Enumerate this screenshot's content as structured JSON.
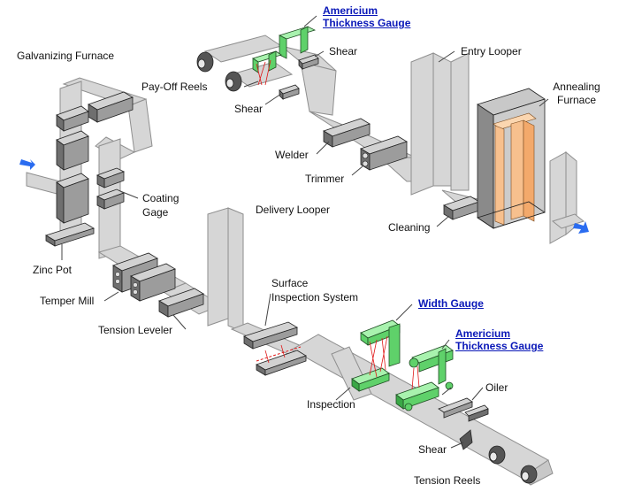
{
  "labels": {
    "galvanizing_furnace": "Galvanizing Furnace",
    "payoff_reels": "Pay-Off Reels",
    "shear_top": "Shear",
    "shear_mid": "Shear",
    "welder": "Welder",
    "trimmer": "Trimmer",
    "entry_looper": "Entry Looper",
    "annealing_1": "Annealing",
    "annealing_2": "Furnace",
    "cleaning": "Cleaning",
    "coating_1": "Coating",
    "coating_2": "Gage",
    "delivery_looper": "Delivery Looper",
    "zinc_pot": "Zinc Pot",
    "temper_mill": "Temper Mill",
    "tension_leveler": "Tension Leveler",
    "surface_1": "Surface",
    "surface_2": "Inspection System",
    "inspection": "Inspection",
    "oiler": "Oiler",
    "shear_bottom": "Shear",
    "tension_reels": "Tension Reels"
  },
  "links": {
    "americium_top_1": "Americium",
    "americium_top_2": "Thickness Gauge",
    "width_gauge": "Width Gauge",
    "americium_bottom_1": "Americium",
    "americium_bottom_2": "Thickness Gauge"
  },
  "colors": {
    "gauge_green": "#5fd16a",
    "furnace_orange": "#f7c08e",
    "flow_arrow": "#2a6cf0",
    "link_blue": "#0a18b8",
    "beam_red": "#e01818"
  }
}
